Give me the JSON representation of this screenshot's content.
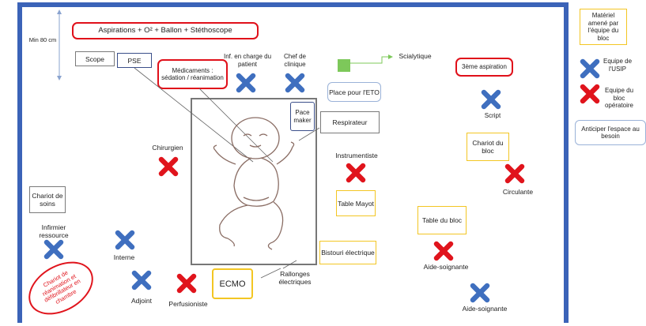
{
  "title_bar": "Aspirations + O² + Ballon + Stéthoscope",
  "min_distance": "Min 80 cm",
  "scope": "Scope",
  "pse": "PSE",
  "medications": "Médicaments : sédation / réanimation",
  "inf_charge": "Inf. en charge du patient",
  "chef_clinique": "Chef de clinique",
  "scialytique": "Scialytique",
  "place_feto": "Place pour l'ETO",
  "third_aspiration": "3ème aspiration",
  "script": "Script",
  "pacemaker": "Pace maker",
  "respirateur": "Respirateur",
  "chirurgien": "Chirurgien",
  "instrumentiste": "Instrumentiste",
  "chariot_bloc": "Chariot du bloc",
  "circulante": "Circulante",
  "table_mayot": "Table Mayot",
  "table_bloc": "Table du bloc",
  "chariot_soins": "Chariot de soins",
  "infirmier_ressource": "Infirmier ressource",
  "interne": "Interne",
  "bistouri": "Bistouri électrique",
  "aide_soignante_1": "Aide-soignante",
  "aide_soignante_2": "Aide-soignante",
  "adjoint": "Adjoint",
  "perfusioniste": "Perfusioniste",
  "ecmo": "ECMO",
  "rallonges": "Rallonges électriques",
  "chariot_reanimation": "Chariot de réanimation et défibrillateur en chambre",
  "legend": {
    "material": "Matériel amené par l'équipe du bloc",
    "usip": "Equipe de l'USIP",
    "bloc": "Equipe du bloc opératoire",
    "anticipate": "Anticiper l'espace au besoin"
  },
  "colors": {
    "usip": "#3f6fbf",
    "bloc": "#e0141c",
    "frame": "#3b63b8",
    "yellow": "#f3c623"
  }
}
